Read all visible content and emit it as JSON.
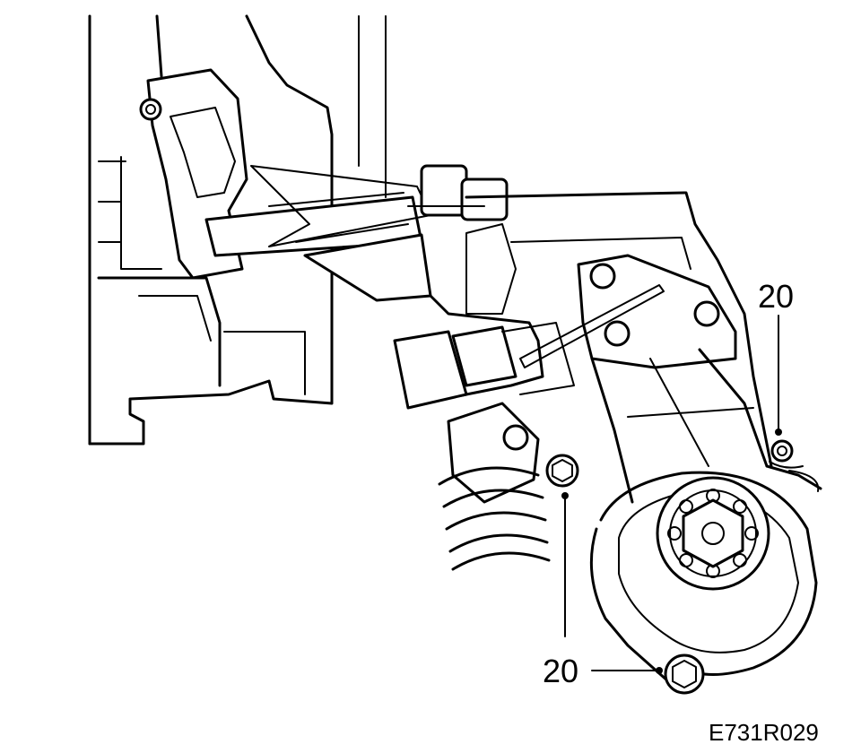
{
  "diagram": {
    "callouts": [
      {
        "id": "callout-top-right",
        "label": "20"
      },
      {
        "id": "callout-center",
        "label": "20"
      },
      {
        "id": "callout-bottom",
        "label": "20"
      }
    ],
    "reference_code": "E731R029",
    "colors": {
      "line": "#000000",
      "background": "#ffffff"
    }
  }
}
